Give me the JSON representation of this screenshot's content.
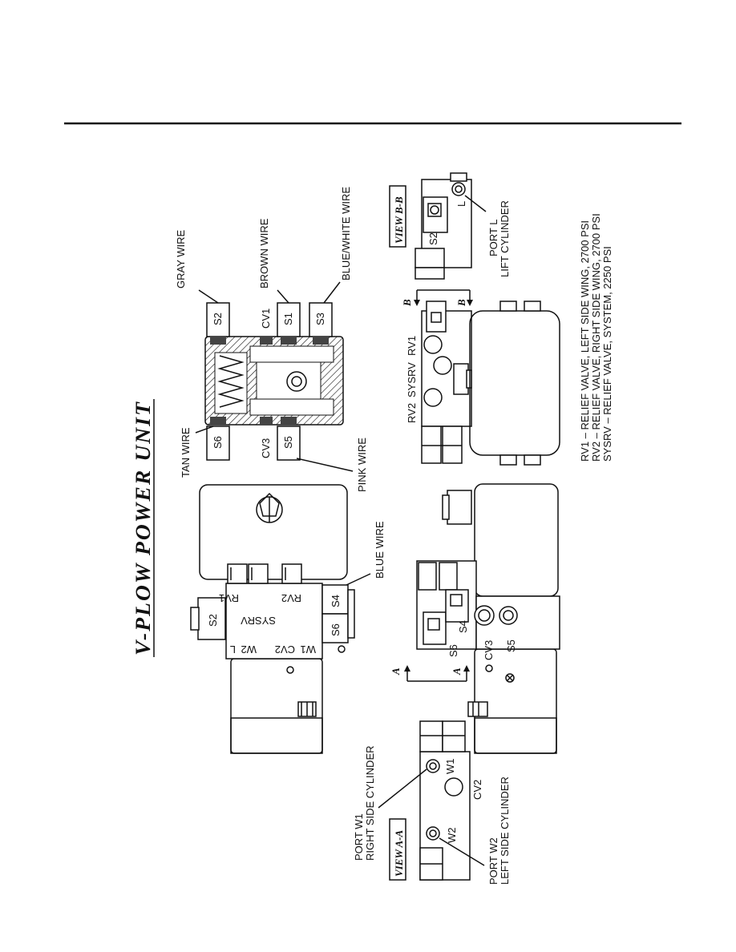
{
  "title": "V-PLOW POWER UNIT",
  "views": {
    "view_a": "VIEW A-A",
    "view_b": "VIEW B-B"
  },
  "section_labels": {
    "a_top": "A",
    "a_bottom": "A",
    "b_top": "B",
    "b_bottom": "B"
  },
  "wires": {
    "gray": "GRAY WIRE",
    "brown": "BROWN WIRE",
    "blue_white": "BLUE/WHITE WIRE",
    "tan": "TAN WIRE",
    "pink": "PINK WIRE",
    "blue": "BLUE WIRE"
  },
  "valve_labels": {
    "s1": "S1",
    "s2": "S2",
    "s3": "S3",
    "s4": "S4",
    "s5": "S5",
    "s6": "S6",
    "cv1": "CV1",
    "cv2": "CV2",
    "cv3": "CV3",
    "rv1": "RV1",
    "rv2": "RV2",
    "sysrv": "SYSRV",
    "w1": "W1",
    "w2": "W2",
    "l": "L"
  },
  "ports": {
    "port_w1_line1": "PORT W1",
    "port_w1_line2": "RIGHT SIDE CYLINDER",
    "port_w2_line1": "PORT W2",
    "port_w2_line2": "LEFT SIDE CYLINDER",
    "port_l_line1": "PORT L",
    "port_l_line2": "LIFT CYLINDER"
  },
  "legend": [
    "RV1  –  RELIEF VALVE, LEFT SIDE WING, 2700 PSI",
    "RV2 – RELIEF VALVE, RIGHT SIDE WING, 2700 PSI",
    "SYSRV – RELIEF VALVE, SYSTEM, 2250 PSI"
  ]
}
